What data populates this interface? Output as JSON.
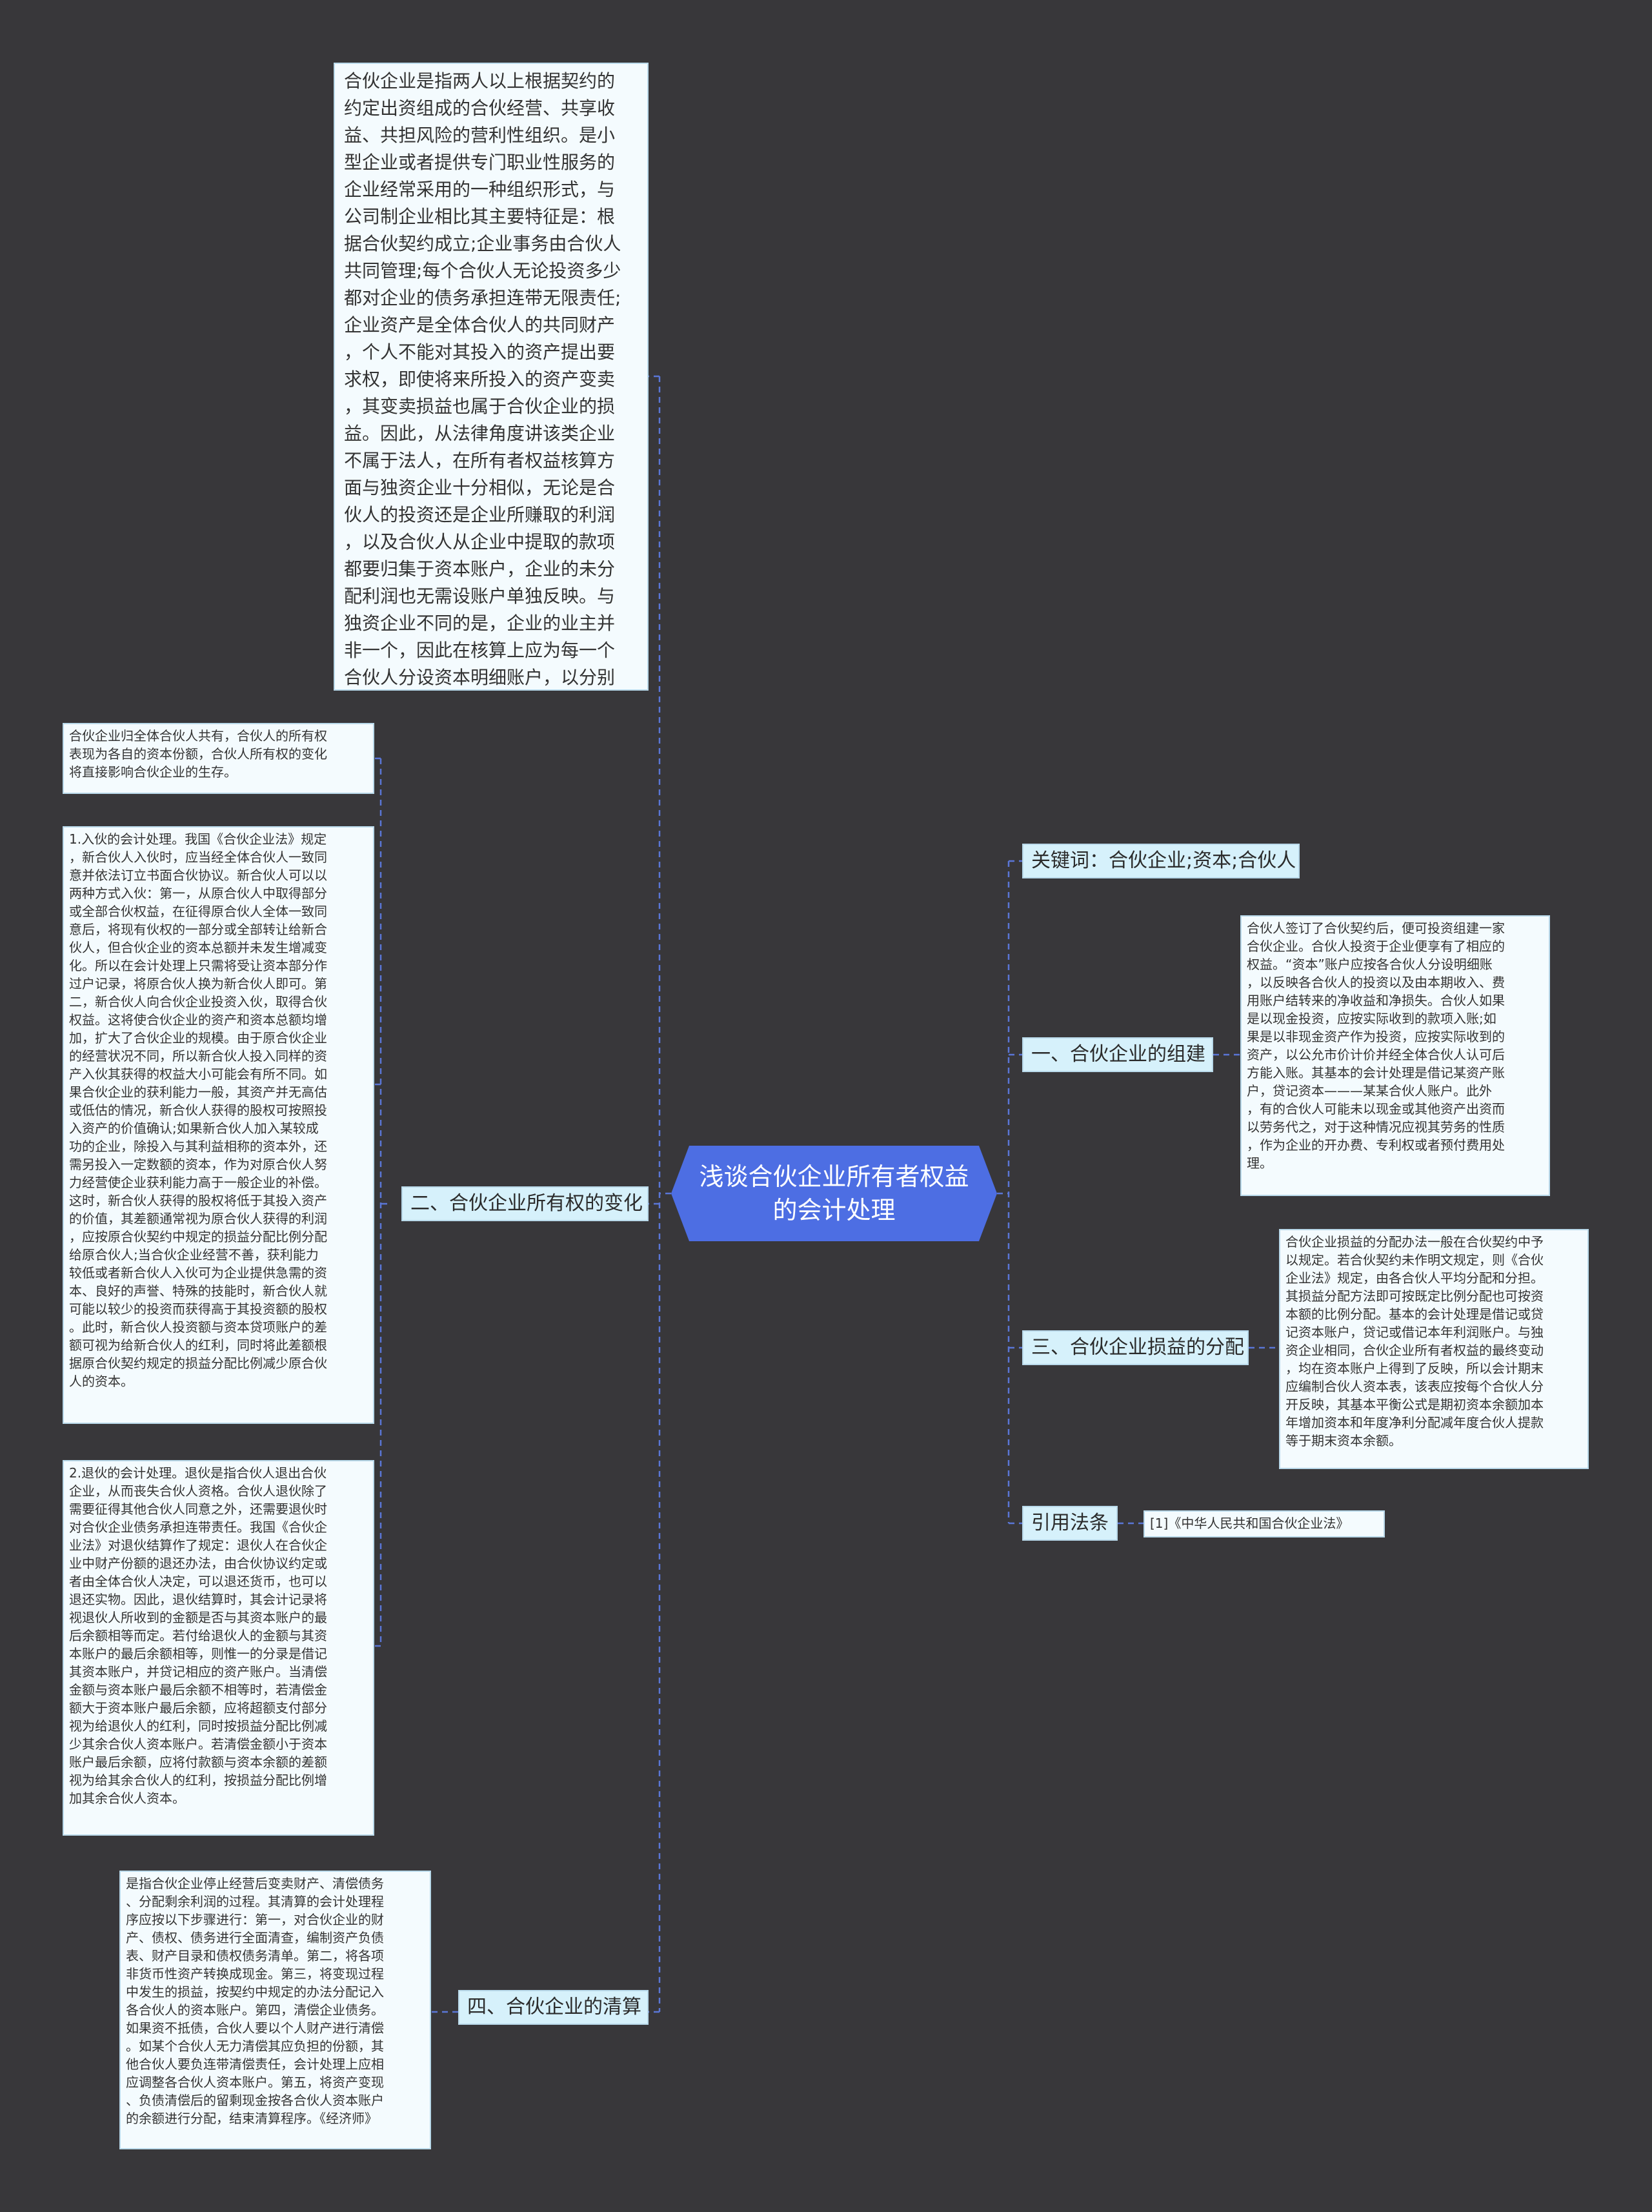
{
  "center_title": "浅谈合伙企业所有者权益\n的会计处理",
  "left": {
    "top_note": "合伙企业是指两人以上根据契约的\n约定出资组成的合伙经营、共享收\n益、共担风险的营利性组织。是小\n型企业或者提供专门职业性服务的\n企业经常采用的一种组织形式，与\n公司制企业相比其主要特征是：根\n据合伙契约成立;企业事务由合伙人\n共同管理;每个合伙人无论投资多少\n都对企业的债务承担连带无限责任;\n企业资产是全体合伙人的共同财产\n，个人不能对其投入的资产提出要\n求权，即使将来所投入的资产变卖\n，其变卖损益也属于合伙企业的损\n益。因此，从法律角度讲该类企业\n不属于法人，在所有者权益核算方\n面与独资企业十分相似，无论是合\n伙人的投资还是企业所赚取的利润\n，以及合伙人从企业中提取的款项\n都要归集于资本账户，企业的未分\n配利润也无需设账户单独反映。与\n独资企业不同的是，企业的业主并\n非一个，因此在核算上应为每一个\n合伙人分设资本明细账户，以分别\n反映各投资人在企业享有的权益。",
    "section2_label": "二、合伙企业所有权的变化",
    "section2_intro": "合伙企业归全体合伙人共有，合伙人的所有权\n表现为各自的资本份额，合伙人所有权的变化\n将直接影响合伙企业的生存。",
    "section2_item1": "1.入伙的会计处理。我国《合伙企业法》规定\n，新合伙人入伙时，应当经全体合伙人一致同\n意并依法订立书面合伙协议。新合伙人可以以\n两种方式入伙：第一，从原合伙人中取得部分\n或全部合伙权益，在征得原合伙人全体一致同\n意后，将现有伙权的一部分或全部转让给新合\n伙人，但合伙企业的资本总额并未发生增减变\n化。所以在会计处理上只需将受让资本部分作\n过户记录，将原合伙人换为新合伙人即可。第\n二，新合伙人向合伙企业投资入伙，取得合伙\n权益。这将使合伙企业的资产和资本总额均增\n加，扩大了合伙企业的规模。由于原合伙企业\n的经营状况不同，所以新合伙人投入同样的资\n产入伙其获得的权益大小可能会有所不同。如\n果合伙企业的获利能力一般，其资产并无高估\n或低估的情况，新合伙人获得的股权可按照投\n入资产的价值确认;如果新合伙人加入某较成\n功的企业，除投入与其利益相称的资本外，还\n需另投入一定数额的资本，作为对原合伙人努\n力经营使企业获利能力高于一般企业的补偿。\n这时，新合伙人获得的股权将低于其投入资产\n的价值，其差额通常视为原合伙人获得的利润\n，应按原合伙契约中规定的损益分配比例分配\n给原合伙人;当合伙企业经营不善，获利能力\n较低或者新合伙人入伙可为企业提供急需的资\n本、良好的声誉、特殊的技能时，新合伙人就\n可能以较少的投资而获得高于其投资额的股权\n。此时，新合伙人投资额与资本贷项账户的差\n额可视为给新合伙人的红利，同时将此差额根\n据原合伙契约规定的损益分配比例减少原合伙\n人的资本。",
    "section2_item2": "2.退伙的会计处理。退伙是指合伙人退出合伙\n企业，从而丧失合伙人资格。合伙人退伙除了\n需要征得其他合伙人同意之外，还需要退伙时\n对合伙企业债务承担连带责任。我国《合伙企\n业法》对退伙结算作了规定：退伙人在合伙企\n业中财产份额的退还办法，由合伙协议约定或\n者由全体合伙人决定，可以退还货币，也可以\n退还实物。因此，退伙结算时，其会计记录将\n视退伙人所收到的金额是否与其资本账户的最\n后余额相等而定。若付给退伙人的金额与其资\n本账户的最后余额相等，则惟一的分录是借记\n其资本账户，并贷记相应的资产账户。当清偿\n金额与资本账户最后余额不相等时，若清偿金\n额大于资本账户最后余额，应将超额支付部分\n视为给退伙人的红利，同时按损益分配比例减\n少其余合伙人资本账户。若清偿金额小于资本\n账户最后余额，应将付款额与资本余额的差额\n视为给其余合伙人的红利，按损益分配比例增\n加其余合伙人资本。",
    "section4_label": "四、合伙企业的清算",
    "section4_text": "是指合伙企业停止经营后变卖财产、清偿债务\n、分配剩余利润的过程。其清算的会计处理程\n序应按以下步骤进行：第一，对合伙企业的财\n产、债权、债务进行全面清查，编制资产负债\n表、财产目录和债权债务清单。第二，将各项\n非货币性资产转换成现金。第三，将变现过程\n中发生的损益，按契约中规定的办法分配记入\n各合伙人的资本账户。第四，清偿企业债务。\n如果资不抵债，合伙人要以个人财产进行清偿\n。如某个合伙人无力清偿其应负担的份额，其\n他合伙人要负连带清偿责任，会计处理上应相\n应调整各合伙人资本账户。第五，将资产变现\n、负债清偿后的留剩现金按各合伙人资本账户\n的余额进行分配，结束清算程序。《经济师》"
  },
  "right": {
    "keywords_label": "关键词：合伙企业;资本;合伙人",
    "section1_label": "一、合伙企业的组建",
    "section1_text": "合伙人签订了合伙契约后，便可投资组建一家\n合伙企业。合伙人投资于企业便享有了相应的\n权益。“资本”账户应按各合伙人分设明细账\n，以反映各合伙人的投资以及由本期收入、费\n用账户结转来的净收益和净损失。合伙人如果\n是以现金投资，应按实际收到的款项入账;如\n果是以非现金资产作为投资，应按实际收到的\n资产，以公允市价计价并经全体合伙人认可后\n方能入账。其基本的会计处理是借记某资产账\n户，贷记资本———某某合伙人账户。此外\n，有的合伙人可能未以现金或其他资产出资而\n以劳务代之，对于这种情况应视其劳务的性质\n，作为企业的开办费、专利权或者预付费用处\n理。",
    "section3_label": "三、合伙企业损益的分配",
    "section3_text": "合伙企业损益的分配办法一般在合伙契约中予\n以规定。若合伙契约未作明文规定，则《合伙\n企业法》规定，由各合伙人平均分配和分担。\n其损益分配方法即可按既定比例分配也可按资\n本额的比例分配。基本的会计处理是借记或贷\n记资本账户，贷记或借记本年利润账户。与独\n资企业相同，合伙企业所有者权益的最终变动\n，均在资本账户上得到了反映，所以会计期末\n应编制合伙人资本表，该表应按每个合伙人分\n开反映，其基本平衡公式是期初资本余额加本\n年增加资本和年度净利分配减年度合伙人提款\n等于期末资本余额。",
    "citation_label": "引用法条",
    "citation_text": "[1]《中华人民共和国合伙企业法》"
  },
  "colors": {
    "background": "#38373a",
    "center_node": "#4d6ee3",
    "label_fill": "#d6f1fb",
    "note_fill": "#f4fbfe",
    "connector": "#5a76d6"
  }
}
